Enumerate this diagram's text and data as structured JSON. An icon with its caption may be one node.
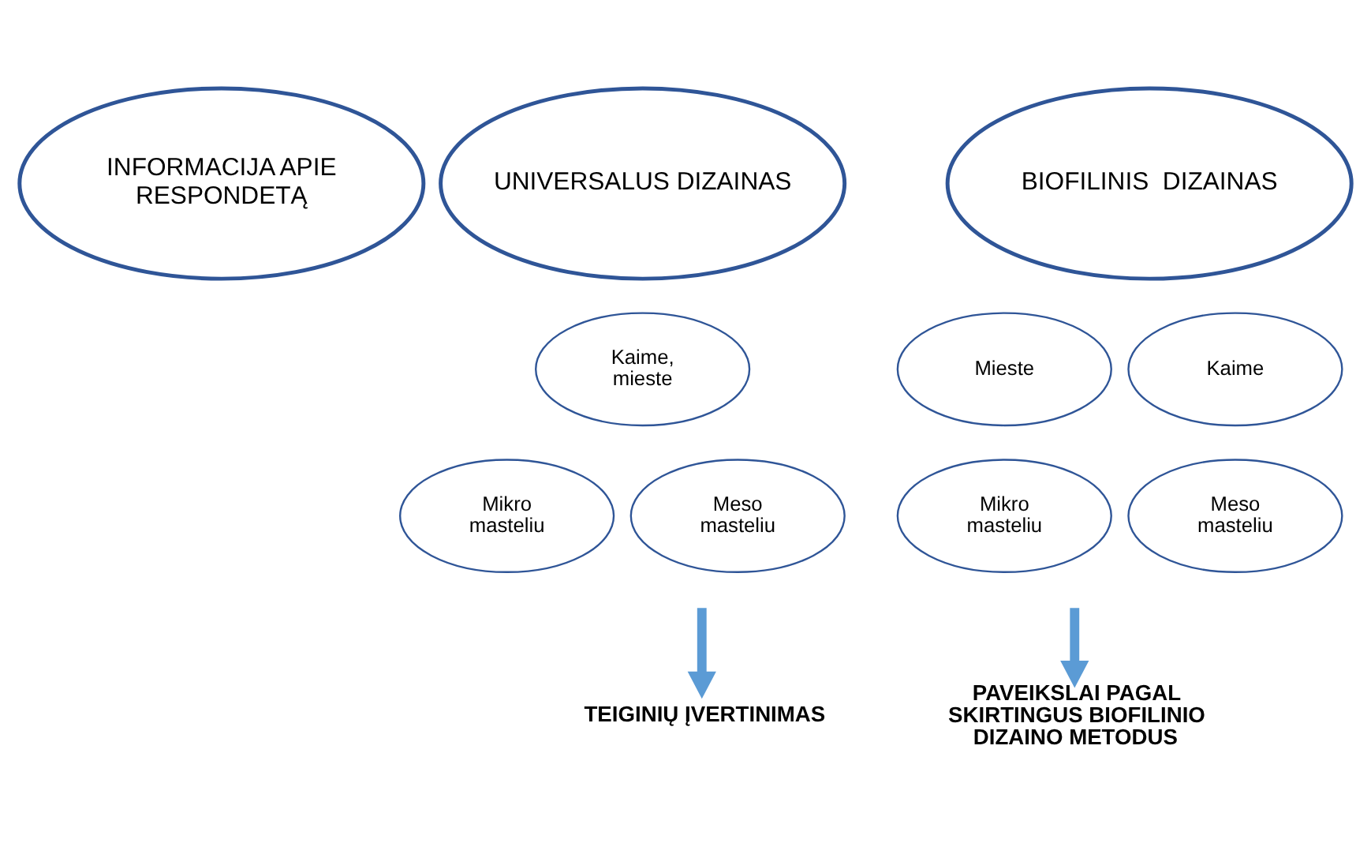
{
  "diagram": {
    "nodes": [
      {
        "text": [
          "INFORMACIJA APIE RESPONDETĄ"
        ]
      },
      {
        "text": [
          "UNIVERSALUS DIZAINAS"
        ]
      },
      {
        "text": [
          "BIOFILINIS  DIZAINAS"
        ]
      },
      {
        "text": [
          "Kaime, mieste"
        ]
      },
      {
        "text": [
          "Mikro masteliu"
        ]
      },
      {
        "text": [
          "Meso masteliu"
        ]
      },
      {
        "text": [
          "Mieste"
        ]
      },
      {
        "text": [
          "Kaime"
        ]
      },
      {
        "text": [
          "Mikro masteliu"
        ]
      },
      {
        "text": [
          "Meso masteliu"
        ]
      },
      {
        "text": [
          "TEIGINIŲ ĮVERTINIMAS"
        ]
      },
      {
        "text": [
          "PAVEIKSLAI PAGAL SKIRTINGUS BIOFILINIO DIZAINO METODUS"
        ]
      }
    ],
    "edges": [
      {
        "from": null,
        "to": 10,
        "arrow": "to"
      },
      {
        "from": null,
        "to": 11,
        "arrow": "to"
      }
    ]
  }
}
